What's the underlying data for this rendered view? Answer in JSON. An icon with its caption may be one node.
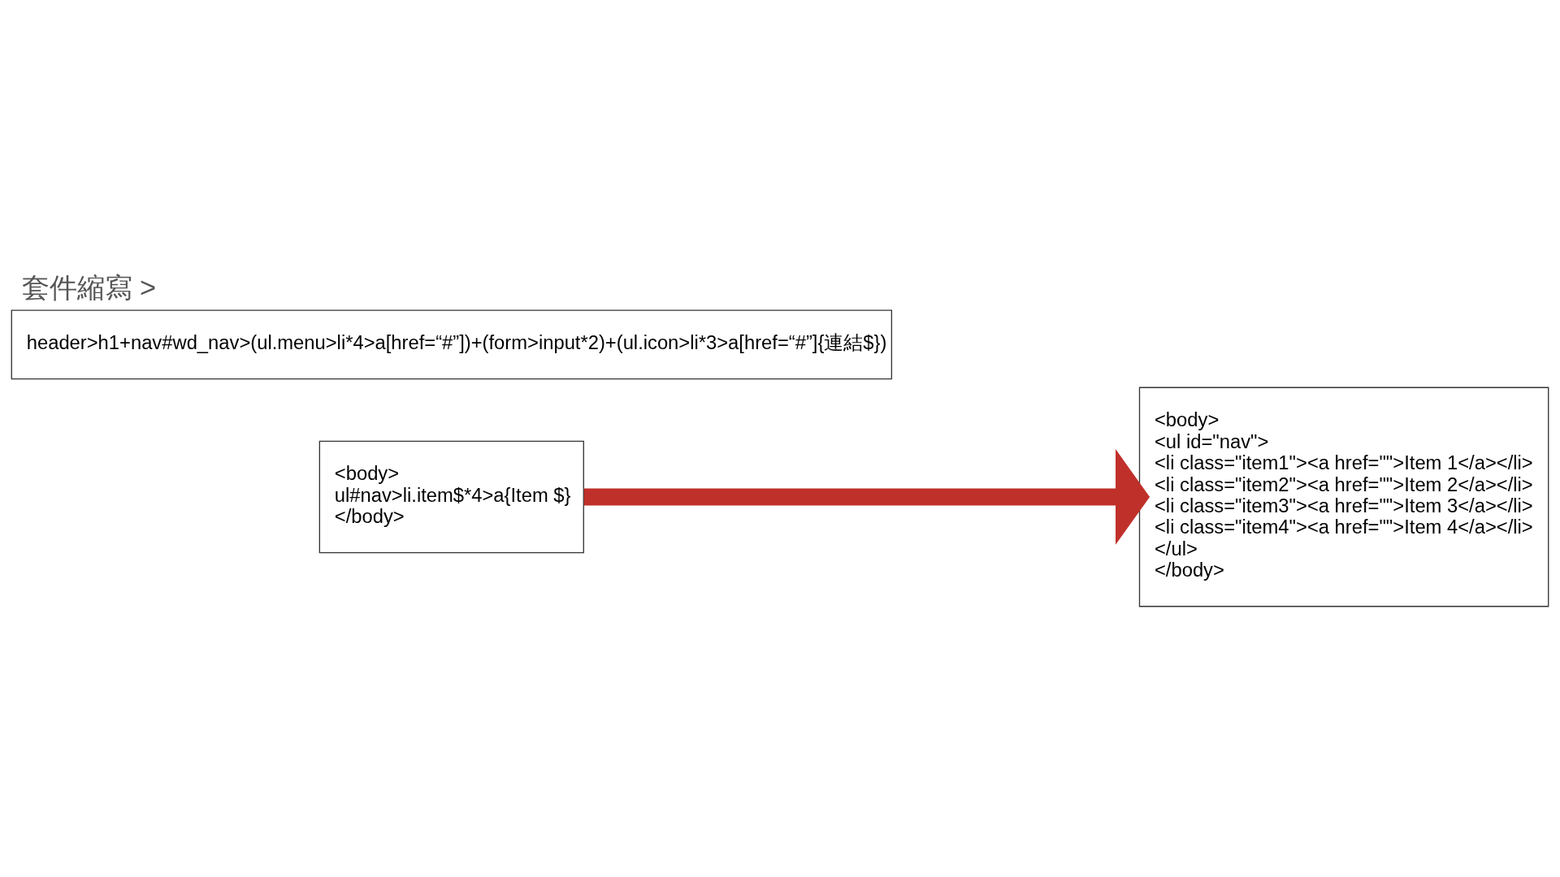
{
  "diagram": {
    "title": "套件縮寫 >",
    "nodes": [
      {
        "text": [
          "<body>",
          "ul#nav>li.item$*4>a{Item $}",
          "</body>"
        ]
      },
      {
        "text": [
          "<body>",
          "<ul id=\"nav\">",
          "<li class=\"item1\"><a href=\"\">Item 1</a></li>",
          "<li class=\"item2\"><a href=\"\">Item 2</a></li>",
          "<li class=\"item3\"><a href=\"\">Item 3</a></li>",
          "<li class=\"item4\"><a href=\"\">Item 4</a></li>",
          "</ul>",
          "</body>"
        ]
      },
      {
        "text": [
          "header>h1+nav#wd_nav>(ul.menu>li*4>a[href=“#”])+(form>input*2)+(ul.icon>li*3>a[href=“#”]{連結$})"
        ]
      }
    ],
    "edges": [
      {
        "from": 0,
        "to": 1,
        "arrow": "to",
        "color": "#c0302a"
      }
    ]
  }
}
